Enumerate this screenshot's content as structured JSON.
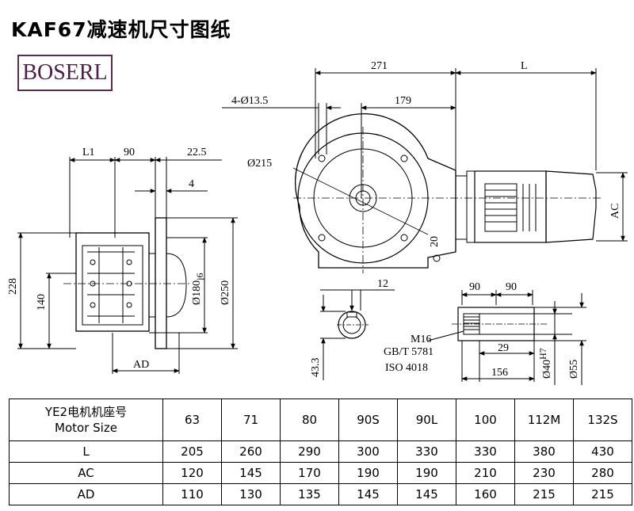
{
  "title": "KAF67减速机尺寸图纸",
  "logo": "BOSERL",
  "drawing": {
    "left_view": {
      "L1": "L1",
      "d90": "90",
      "d22_5": "22.5",
      "d4": "4",
      "d228": "228",
      "d140": "140",
      "d180": "Ø180",
      "d180_tol": "j6",
      "d250": "Ø250",
      "AD": "AD"
    },
    "main_view": {
      "d271": "271",
      "L": "L",
      "holes": "4-Ø13.5",
      "d179": "179",
      "d215": "Ø215",
      "d20": "20",
      "AC": "AC"
    },
    "shaft_detail": {
      "d12": "12",
      "d43_3": "43.3"
    },
    "hollow_shaft": {
      "d90a": "90",
      "d90b": "90",
      "thread": "M16",
      "std1": "GB/T 5781",
      "std2": "ISO 4018",
      "d29": "29",
      "d156": "156",
      "d40": "Ø40",
      "d40_tol": "H7",
      "d55": "Ø55"
    }
  },
  "table": {
    "header_label_1": "YE2电机机座号",
    "header_label_2": "Motor Size",
    "sizes": [
      "63",
      "71",
      "80",
      "90S",
      "90L",
      "100",
      "112M",
      "132S"
    ],
    "rows": [
      {
        "label": "L",
        "values": [
          "205",
          "260",
          "290",
          "300",
          "330",
          "330",
          "380",
          "430"
        ]
      },
      {
        "label": "AC",
        "values": [
          "120",
          "145",
          "170",
          "190",
          "190",
          "210",
          "230",
          "280"
        ]
      },
      {
        "label": "AD",
        "values": [
          "110",
          "130",
          "135",
          "145",
          "145",
          "160",
          "215",
          "215"
        ]
      }
    ]
  }
}
